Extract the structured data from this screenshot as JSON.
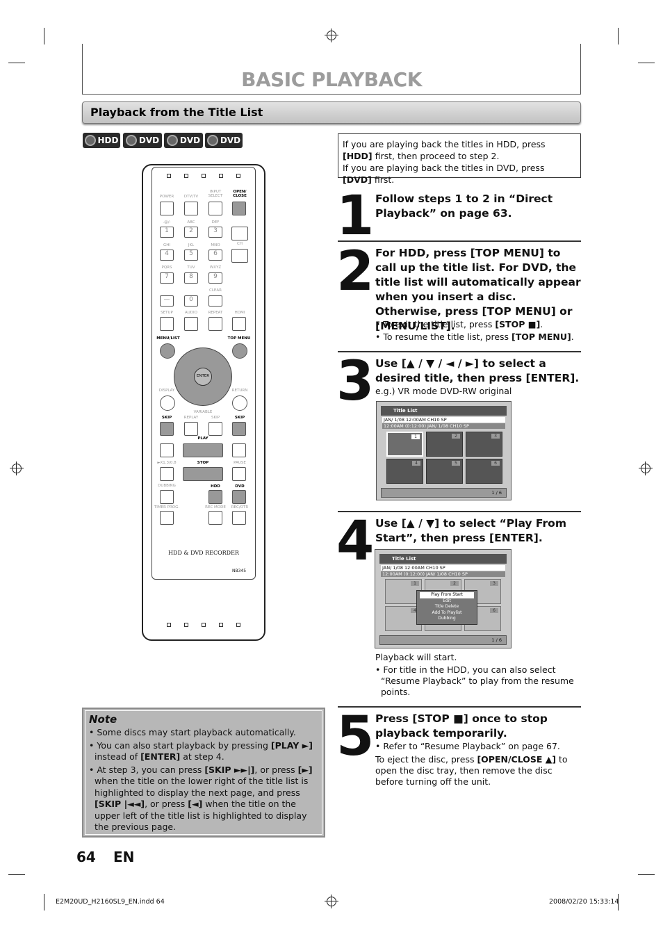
{
  "header": {
    "title": "BASIC PLAYBACK"
  },
  "section": {
    "title": "Playback from the Title List"
  },
  "logos": [
    "HDD",
    "DVD",
    "DVD",
    "DVD"
  ],
  "info": {
    "line1_pre": "If you are playing back the titles in HDD, press ",
    "line1_key": "[HDD]",
    "line1_post": " first, then proceed to step 2.",
    "line2_pre": "If you are playing back the titles in DVD, press ",
    "line2_key": "[DVD]",
    "line2_post": " first."
  },
  "steps": [
    {
      "num": "1",
      "head": "Follow steps 1 to 2 in “Direct Playback” on page 63."
    },
    {
      "num": "2",
      "head": "For HDD, press [TOP MENU] to call up the title list. For DVD, the title list will automatically appear when you insert a disc. Otherwise, press [TOP MENU] or [MENU/LIST].",
      "bullet1_pre": "• To exit the title list, press ",
      "bullet1_key": "[STOP ■]",
      "bullet1_post": ".",
      "bullet2_pre": "• To resume the title list, press ",
      "bullet2_key": "[TOP MENU]",
      "bullet2_post": "."
    },
    {
      "num": "3",
      "head": "Use [▲ / ▼ / ◄ / ►] to select a desired title, then press [ENTER].",
      "caption": "e.g.) VR mode DVD-RW original"
    },
    {
      "num": "4",
      "head": "Use [▲ / ▼] to select “Play From Start”, then press [ENTER].",
      "after": "Playback will start.",
      "bullet": "• For title in the HDD, you can also select “Resume Playback” to play from the resume points."
    },
    {
      "num": "5",
      "head": "Press [STOP ■] once to stop playback temporarily.",
      "bullet": "• Refer to “Resume Playback” on page 67.",
      "text_pre": "To eject the disc, press ",
      "text_key": "[OPEN/CLOSE ▲]",
      "text_post": " to open the disc tray, then remove the disc before turning off the unit."
    }
  ],
  "tv1": {
    "title": "Title List",
    "row1": "JAN/ 1/08 12:00AM  CH10  SP",
    "row2": "12:00AM (0:12:00)    JAN/  1/08          CH10  SP",
    "thumbs": [
      "1",
      "2",
      "3",
      "4",
      "5",
      "6"
    ],
    "page": "1 / 6"
  },
  "tv2": {
    "title": "Title List",
    "row1": "JAN/  1/08 12:00AM  CH10  SP",
    "row2": "12:00AM (0:12:00)    JAN/  1/08          CH10  SP",
    "thumbs": [
      "1",
      "2",
      "3",
      "4",
      "5",
      "6"
    ],
    "menu": [
      "Play From Start",
      "Edit",
      "Title Delete",
      "Add To Playlist",
      "Dubbing"
    ],
    "page": "1 / 6"
  },
  "remote": {
    "labels": {
      "power": "POWER",
      "dtv": "DTV/TV",
      "input": "INPUT SELECT",
      "open": "OPEN/ CLOSE",
      "k1": ".@/:",
      "k2": "ABC",
      "k3": "DEF",
      "ch": "CH",
      "k4": "GHI",
      "k5": "JKL",
      "k6": "MNO",
      "k7": "PQRS",
      "k8": "TUV",
      "k9": "WXYZ",
      "clear": "CLEAR",
      "setup": "SETUP",
      "audio": "AUDIO",
      "repeat": "REPEAT",
      "hdmi": "HDMI",
      "menulist": "MENU/LIST",
      "topmenu": "TOP MENU",
      "enter": "ENTER",
      "display": "DISPLAY",
      "return": "RETURN",
      "variable": "VARIABLE",
      "skipL": "SKIP",
      "replay": "REPLAY",
      "skipV": "SKIP",
      "skipR": "SKIP",
      "play": "PLAY",
      "x13": "►X1.3/0.8",
      "stop": "STOP",
      "pause": "PAUSE",
      "dubbing": "DUBBING",
      "hdd": "HDD",
      "dvd": "DVD",
      "timer": "TIMER PROG.",
      "recmode": "REC MODE",
      "recotr": "REC/OTR",
      "model": "HDD & DVD RECORDER",
      "code": "NB345"
    },
    "digits": [
      "1",
      "2",
      "3",
      "4",
      "5",
      "6",
      "7",
      "8",
      "9",
      "—",
      "0"
    ]
  },
  "note": {
    "title": "Note",
    "b1": "• Some discs may start playback automatically.",
    "b2_pre": "• You can also start playback by pressing ",
    "b2_key": "[PLAY ►]",
    "b2_mid": " instead of ",
    "b2_key2": "[ENTER]",
    "b2_post": " at step 4.",
    "b3_pre": "• At step 3, you can press ",
    "b3_key": "[SKIP ►►|]",
    "b3_mid": ", or press ",
    "b3_key2": "[►]",
    "b3_mid2": " when the title on the lower right of the title list is highlighted to display the next page, and press ",
    "b3_key3": "[SKIP |◄◄]",
    "b3_mid3": ", or press ",
    "b3_key4": "[◄]",
    "b3_post": " when the title on the upper left of the title list is highlighted to display the previous page."
  },
  "page": {
    "number": "64",
    "lang": "EN"
  },
  "footer": {
    "left": "E2M20UD_H2160SL9_EN.indd   64",
    "right": "2008/02/20   15:33:14"
  }
}
